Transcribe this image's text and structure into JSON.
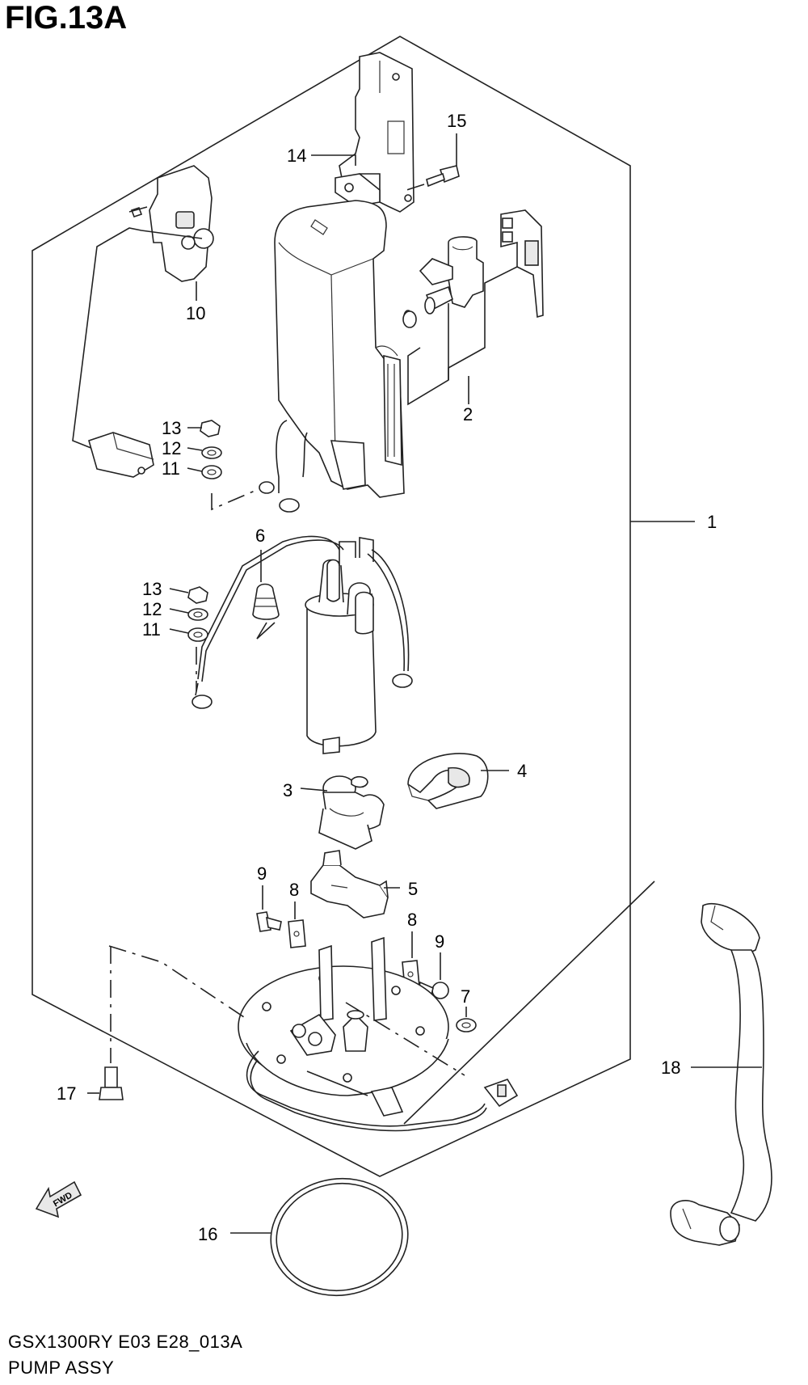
{
  "figure": {
    "title": "FIG.13A",
    "model_code": "GSX1300RY E03 E28_013A",
    "assembly_name": "PUMP ASSY"
  },
  "callouts": {
    "c1": "1",
    "c2": "2",
    "c3": "3",
    "c4": "4",
    "c5": "5",
    "c6": "6",
    "c7": "7",
    "c8a": "8",
    "c8b": "8",
    "c9a": "9",
    "c9b": "9",
    "c10": "10",
    "c11a": "11",
    "c11b": "11",
    "c12a": "12",
    "c12b": "12",
    "c13a": "13",
    "c13b": "13",
    "c14": "14",
    "c15": "15",
    "c16": "16",
    "c17": "17",
    "c18": "18"
  },
  "fwd_marker": {
    "label": "FWD",
    "icon": "fwd-arrow-icon"
  }
}
